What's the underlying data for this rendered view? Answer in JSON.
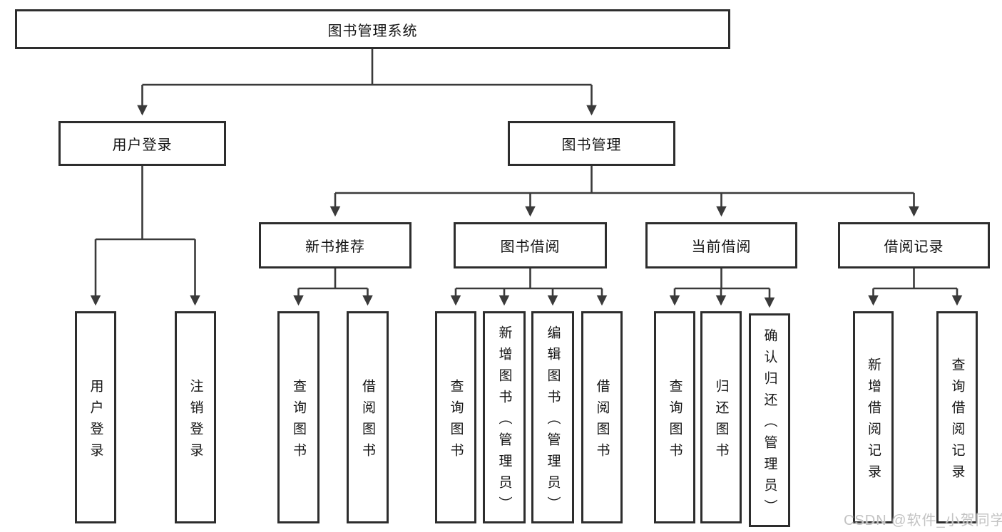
{
  "diagram": {
    "root": {
      "label": "图书管理系统",
      "children": [
        {
          "label": "用户登录",
          "children": [
            {
              "label": "用户登录"
            },
            {
              "label": "注销登录"
            }
          ]
        },
        {
          "label": "图书管理",
          "children": [
            {
              "label": "新书推荐",
              "children": [
                {
                  "label": "查询图书"
                },
                {
                  "label": "借阅图书"
                }
              ]
            },
            {
              "label": "图书借阅",
              "children": [
                {
                  "label": "查询图书"
                },
                {
                  "label": "新增图书（管理员）"
                },
                {
                  "label": "编辑图书（管理员）"
                },
                {
                  "label": "借阅图书"
                }
              ]
            },
            {
              "label": "当前借阅",
              "children": [
                {
                  "label": "查询图书"
                },
                {
                  "label": "归还图书"
                },
                {
                  "label": "确认归还（管理员）"
                }
              ]
            },
            {
              "label": "借阅记录",
              "children": [
                {
                  "label": "新增借阅记录"
                },
                {
                  "label": "查询借阅记录"
                }
              ]
            }
          ]
        }
      ]
    }
  },
  "watermark": {
    "text": "CSDN @软件_小贺同学"
  },
  "colors": {
    "line": "#3a3a3a",
    "box_border": "#2d2d2d",
    "text": "#151515",
    "watermark": "#c3c3c3",
    "background": "#ffffff"
  }
}
